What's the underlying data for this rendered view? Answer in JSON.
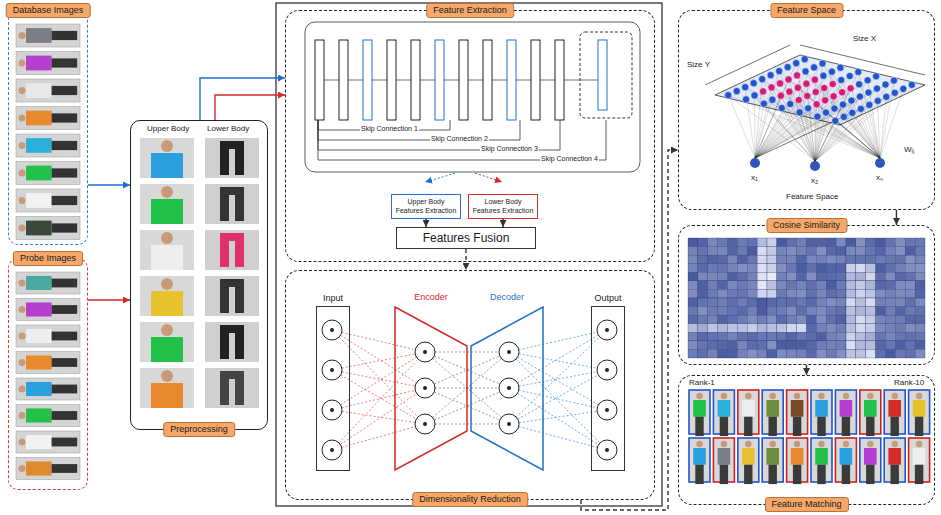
{
  "diagram": {
    "nodes": [
      {
        "text": [
          "Database Images"
        ]
      },
      {
        "text": [
          "Probe Images"
        ]
      },
      {
        "text": [
          "Preprocessing"
        ]
      },
      {
        "text": [
          "Feature Extraction"
        ]
      },
      {
        "text": [
          "Upper Body Features Extraction"
        ],
        "in": 3
      },
      {
        "text": [
          "Lower Body Features Extraction"
        ],
        "in": 3
      },
      {
        "text": [
          "Features Fusion"
        ],
        "in": 3
      },
      {
        "text": [
          "Dimensionality Reduction"
        ]
      },
      {
        "text": [
          "Input"
        ],
        "in": 7
      },
      {
        "text": [
          "Encoder"
        ],
        "in": 7
      },
      {
        "text": [
          "Decoder"
        ],
        "in": 7
      },
      {
        "text": [
          "Output"
        ],
        "in": 7
      },
      {
        "text": [
          "Feature Space"
        ]
      },
      {
        "text": [
          "Cosine Similarity"
        ]
      },
      {
        "text": [
          "Feature Matching"
        ]
      }
    ],
    "edges": [
      {
        "from": 0,
        "to": 2,
        "arrow": "to"
      },
      {
        "from": 1,
        "to": 2,
        "arrow": "to"
      },
      {
        "from": 2,
        "to": 3,
        "arrow": "to"
      },
      {
        "from": 2,
        "to": 3,
        "arrow": "to"
      },
      {
        "from": 4,
        "to": 6,
        "arrow": "to"
      },
      {
        "from": 5,
        "to": 6,
        "arrow": "to"
      },
      {
        "from": 6,
        "to": 7,
        "arrow": "to"
      },
      {
        "from": 7,
        "to": 12,
        "arrow": "to"
      },
      {
        "from": 12,
        "to": 13,
        "arrow": "to"
      },
      {
        "from": 13,
        "to": 14,
        "arrow": "to"
      }
    ],
    "labels": [
      "Upper Body",
      "Lower Body",
      "Skip Connection 1",
      "Skip Connection 2",
      "Skip Connection 3",
      "Skip Connection 4",
      "Size X",
      "Size Y",
      "Wᵢⱼ",
      "x₁",
      "x₂",
      "xₙ",
      "Feature Space",
      "Rank-1",
      "Rank-10"
    ]
  }
}
